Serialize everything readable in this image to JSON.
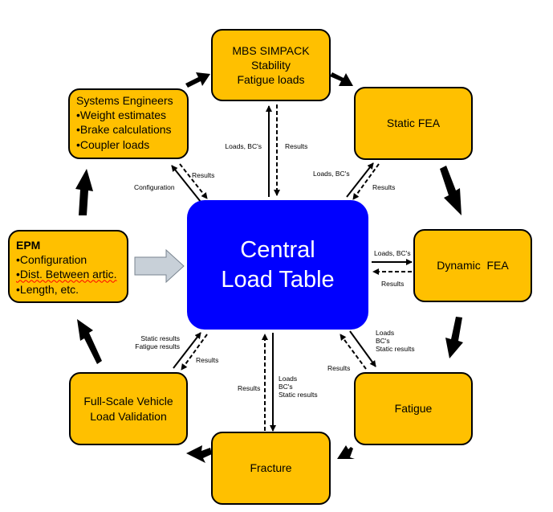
{
  "central": {
    "line1": "Central",
    "line2": "Load Table"
  },
  "boxes": {
    "mbs": {
      "l1": "MBS SIMPACK",
      "l2": "Stability",
      "l3": "Fatigue loads"
    },
    "systems": {
      "title": "Systems Engineers",
      "items": [
        "•Weight estimates",
        "•Brake calculations",
        "•Coupler loads"
      ]
    },
    "static_fea": {
      "label": "Static FEA"
    },
    "dynamic_fea": {
      "label": "Dynamic  FEA"
    },
    "epm": {
      "title": "EPM",
      "items": [
        "•Configuration",
        "•Dist. Between artic.",
        "•Length, etc."
      ]
    },
    "fatigue": {
      "label": "Fatigue"
    },
    "fullscale": {
      "l1": "Full-Scale Vehicle",
      "l2": "Load Validation"
    },
    "fracture": {
      "label": "Fracture"
    }
  },
  "labels": {
    "top_left": "Loads, BC's",
    "top_right": "Results",
    "staticfea_loads": "Loads, BC's",
    "staticfea_results": "Results",
    "systems_config": "Configuration",
    "systems_results": "Results",
    "dyn_loads": "Loads, BC's",
    "dyn_results": "Results",
    "fat_loads": [
      "Loads",
      "BC's",
      "Static results"
    ],
    "fat_results": "Results",
    "frac_results": "Results",
    "frac_loads": [
      "Loads",
      "BC's",
      "Static results"
    ],
    "fs_static": "Static results",
    "fs_fatigue": "Fatigue results",
    "fs_results": "Results"
  },
  "colors": {
    "box_fill": "#FFC000",
    "central_fill": "#0000FF",
    "input_arrow": "#C8D0D8"
  }
}
